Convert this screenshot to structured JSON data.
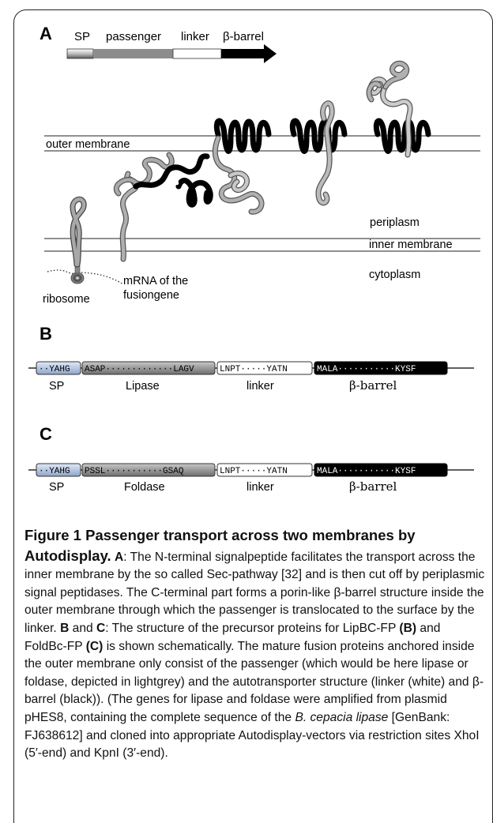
{
  "panel_a": {
    "label": "A",
    "bar_labels": [
      "SP",
      "passenger",
      "linker",
      "β-barrel"
    ],
    "outer_membrane": "outer membrane",
    "inner_membrane": "inner membrane",
    "periplasm": "periplasm",
    "cytoplasm": "cytoplasm",
    "ribosome": "ribosome",
    "mrna_line1": "mRNA of the",
    "mrna_line2": "fusiongene"
  },
  "panel_b": {
    "label": "B",
    "seg_sp": "··YAHG",
    "seg_passenger": "ASAP·············LAGV",
    "seg_linker": "LNPT·····YATN",
    "seg_barrel": "MALA···········KYSF",
    "lbl_sp": "SP",
    "lbl_passenger": "Lipase",
    "lbl_linker": "linker",
    "lbl_barrel": "β-barrel"
  },
  "panel_c": {
    "label": "C",
    "seg_sp": "··YAHG",
    "seg_passenger": "PSSL···········GSAQ",
    "seg_linker": "LNPT·····YATN",
    "seg_barrel": "MALA···········KYSF",
    "lbl_sp": "SP",
    "lbl_passenger": "Foldase",
    "lbl_linker": "linker",
    "lbl_barrel": "β-barrel"
  },
  "caption": {
    "title": "Figure 1 Passenger transport across two membranes by Autodisplay.",
    "a_label": "A",
    "a_text": ": The N-terminal signalpeptide facilitates the transport across the inner membrane by the so called Sec-pathway [32] and is then cut off by periplasmic signal peptidases. The C-terminal part forms a porin-like β-barrel structure inside the outer membrane through which the passenger is translocated to the surface by the linker. ",
    "b_label": "B",
    "and": " and ",
    "c_label": "C",
    "text2": ": The structure of the precursor proteins for LipBC-FP ",
    "b_paren": "(B)",
    "text3": " and FoldBc-FP ",
    "c_paren": "(C)",
    "text4": " is shown schematically. The mature fusion proteins anchored inside the outer membrane only consist of the passenger (which would be here lipase or foldase, depicted in lightgrey) and the autotransporter structure (linker (white) and β-barrel (black)). (The genes for lipase and foldase were amplified from plasmid pHES8, containing the complete sequence of the ",
    "italic": "B. cepacia lipase",
    "text5": " [GenBank: FJ638612] and cloned into appropriate Autodisplay-vectors via restriction sites XhoI (5′-end) and KpnI (3′-end)."
  }
}
